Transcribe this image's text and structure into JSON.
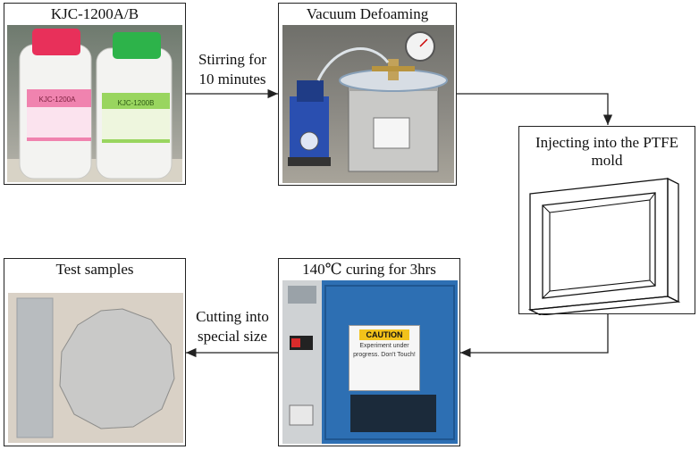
{
  "steps": {
    "materials": {
      "label": "KJC-1200A/B",
      "bottle_a_label": "KJC-1200A",
      "bottle_b_label": "KJC-1200B"
    },
    "defoaming": {
      "label": "Vacuum Defoaming"
    },
    "mold": {
      "label": "Injecting into the PTFE mold"
    },
    "curing": {
      "label": "140℃ curing for 3hrs",
      "sign_caution": "CAUTION",
      "sign_text": "Experiment under progress. Don't Touch!"
    },
    "samples": {
      "label": "Test samples"
    }
  },
  "transitions": {
    "stir": "Stirring for 10 minutes",
    "cut": "Cutting into special size"
  },
  "colors": {
    "cap_a": "#e8305a",
    "cap_b": "#2db34a",
    "label_a": "#ef6fa3",
    "label_b": "#8fd14f",
    "oven": "#2d6fb3",
    "pump": "#2a4fb0"
  }
}
